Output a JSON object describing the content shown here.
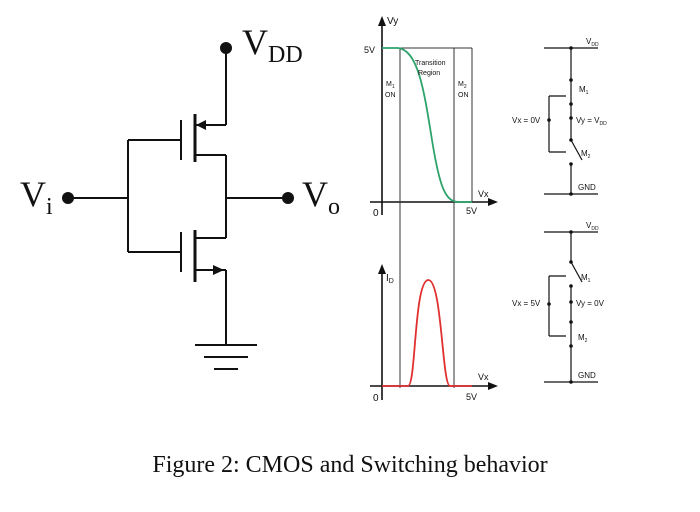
{
  "cmos_inverter": {
    "supply_main": "V",
    "supply_sub": "DD",
    "input_main": "V",
    "input_sub": "i",
    "output_main": "V",
    "output_sub": "o"
  },
  "transfer_plot": {
    "y_axis_label": "Vy",
    "x_axis_label": "Vx",
    "y_tick": "5V",
    "x_tick": "5V",
    "origin": "0",
    "region_left_line1": "M",
    "region_left_sub": "1",
    "region_left_line2": "ON",
    "region_mid_line1": "Transition",
    "region_mid_line2": "Region",
    "region_right_line1": "M",
    "region_right_sub": "2",
    "region_right_line2": "ON"
  },
  "current_plot": {
    "y_axis_label": "I",
    "y_axis_sub": "D",
    "x_axis_label": "Vx",
    "x_tick": "5V",
    "origin": "0"
  },
  "switch_low_input": {
    "vdd": "V",
    "vdd_sub": "DD",
    "m1": "M",
    "m1_sub": "1",
    "m2": "M",
    "m2_sub": "2",
    "input": "Vx = 0V",
    "output": "Vy = V",
    "output_sub": "DD",
    "gnd": "GND"
  },
  "switch_high_input": {
    "vdd": "V",
    "vdd_sub": "DD",
    "m1": "M",
    "m1_sub": "1",
    "m2": "M",
    "m2_sub": "2",
    "input": "Vx = 5V",
    "output": "Vy = 0V",
    "gnd": "GND"
  },
  "caption": "Figure 2: CMOS and Switching behavior",
  "colors": {
    "wire": "#111111",
    "transfer_curve": "#2ea36b",
    "current_curve": "#e03030"
  }
}
